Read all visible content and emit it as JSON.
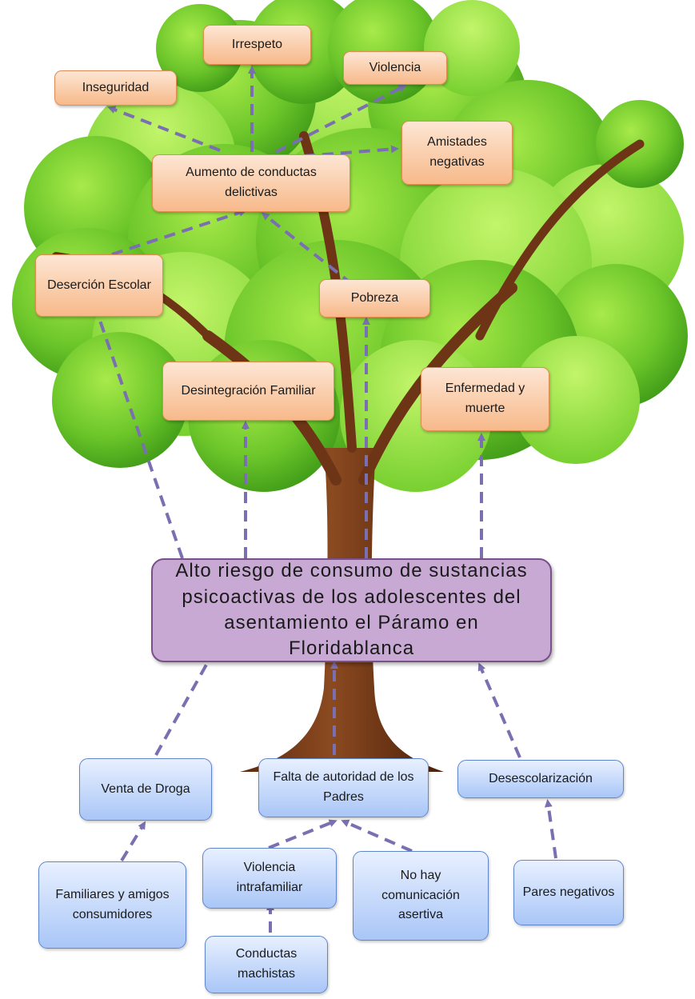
{
  "central_problem": {
    "text": "Alto riesgo de consumo de sustancias psicoactivas de los adolescentes del asentamiento el Páramo en Floridablanca"
  },
  "effects": [
    {
      "id": "irrespeto",
      "text": "Irrespeto"
    },
    {
      "id": "violencia",
      "text": "Violencia"
    },
    {
      "id": "inseguridad",
      "text": "Inseguridad"
    },
    {
      "id": "amistades-negativas",
      "text": "Amistades negativas"
    },
    {
      "id": "aumento-conductas-delictivas",
      "text": "Aumento de conductas delictivas"
    },
    {
      "id": "desercion-escolar",
      "text": "Deserción Escolar"
    },
    {
      "id": "pobreza",
      "text": "Pobreza"
    },
    {
      "id": "desintegracion-familiar",
      "text": "Desintegración Familiar"
    },
    {
      "id": "enfermedad-y-muerte",
      "text": "Enfermedad y muerte"
    }
  ],
  "causes": [
    {
      "id": "venta-de-droga",
      "text": "Venta de Droga"
    },
    {
      "id": "falta-de-autoridad",
      "text": "Falta de autoridad de los Padres"
    },
    {
      "id": "desescolarizacion",
      "text": "Desescolarización"
    },
    {
      "id": "familiares-amigos-consumidores",
      "text": "Familiares y amigos consumidores"
    },
    {
      "id": "violencia-intrafamiliar",
      "text": "Violencia intrafamiliar"
    },
    {
      "id": "no-hay-comunicacion-asertiva",
      "text": "No hay comunicación asertiva"
    },
    {
      "id": "pares-negativos",
      "text": "Pares negativos"
    },
    {
      "id": "conductas-machistas",
      "text": "Conductas machistas"
    }
  ],
  "colors": {
    "effect_box": "#f7b98a",
    "cause_box": "#a9c6f7",
    "problem_box": "#c7a9d4",
    "arrow": "#7a6fb0",
    "foliage": "#6cc62a",
    "trunk": "#7a3a18"
  }
}
